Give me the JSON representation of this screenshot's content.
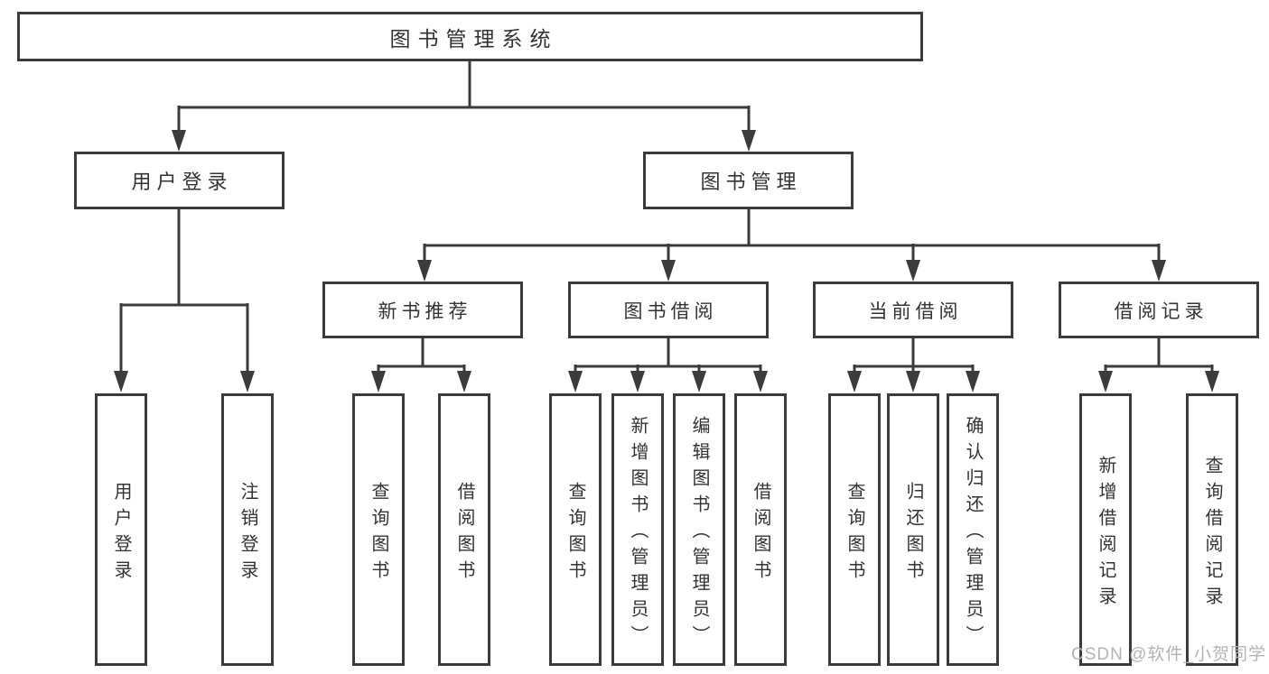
{
  "tree": {
    "root": "图书管理系统",
    "level1": [
      "用户登录",
      "图书管理"
    ],
    "level2": [
      "新书推荐",
      "图书借阅",
      "当前借阅",
      "借阅记录"
    ],
    "leaves": {
      "user": [
        "用户登录",
        "注销登录"
      ],
      "newbook": [
        "查询图书",
        "借阅图书"
      ],
      "borrow": [
        "查询图书",
        "新增图书（管理员）",
        "编辑图书（管理员）",
        "借阅图书"
      ],
      "current": [
        "查询图书",
        "归还图书",
        "确认归还（管理员）"
      ],
      "record": [
        "新增借阅记录",
        "查询借阅记录"
      ]
    }
  },
  "colors": {
    "line": "#3b3b3b",
    "text": "#333333",
    "watermark_color": "#b3b3b3",
    "background": "#ffffff"
  },
  "watermark": "CSDN @软件_小贺同学"
}
